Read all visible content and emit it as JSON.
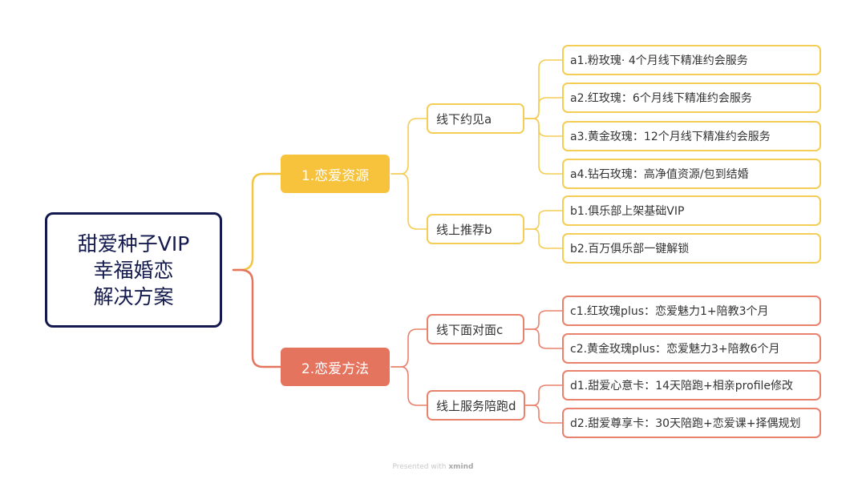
{
  "root": {
    "lines": [
      "甜爱种子VIP",
      "幸福婚恋",
      "解决方案"
    ]
  },
  "branches": [
    {
      "label": "1.恋爱资源",
      "color": "#f7c23c",
      "subs": [
        {
          "label": "线下约见a",
          "leaves": [
            "a1.粉玫瑰· 4个月线下精准约会服务",
            "a2.红玫瑰：6个月线下精准约会服务",
            "a3.黄金玫瑰：12个月线下精准约会服务",
            "a4.钻石玫瑰：高净值资源/包到结婚"
          ]
        },
        {
          "label": "线上推荐b",
          "leaves": [
            "b1.俱乐部上架基础VIP",
            "b2.百万俱乐部一键解锁"
          ]
        }
      ]
    },
    {
      "label": "2.恋爱方法",
      "color": "#e5745f",
      "subs": [
        {
          "label": "线下面对面c",
          "leaves": [
            "c1.红玫瑰plus：恋爱魅力1+陪教3个月",
            "c2.黄金玫瑰plus：恋爱魅力3+陪教6个月"
          ]
        },
        {
          "label": "线上服务陪跑d",
          "leaves": [
            "d1.甜爱心意卡：14天陪跑+相亲profile修改",
            "d2.甜爱尊享卡：30天陪跑+恋爱课+择偶规划"
          ]
        }
      ]
    }
  ],
  "footer": {
    "prefix": "Presented with",
    "brand": "xmind"
  }
}
